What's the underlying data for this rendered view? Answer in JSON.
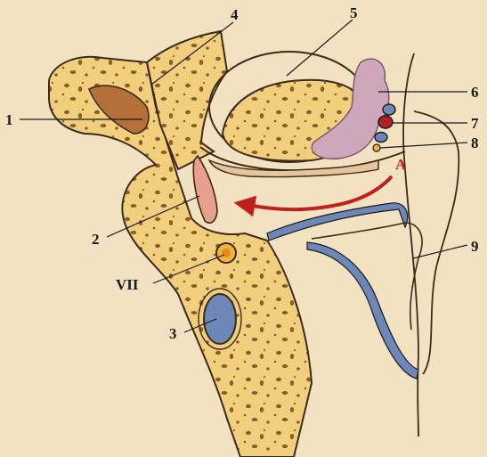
{
  "labels": {
    "l1": "1",
    "l2": "2",
    "l3": "3",
    "l4": "4",
    "l5": "5",
    "l6": "6",
    "l7": "7",
    "l8": "8",
    "l9": "9",
    "lVII": "VII",
    "lA": "A"
  },
  "colors": {
    "paper": "#f3e2c1",
    "bone": "#f2cf7c",
    "bone_edge": "#3b2a17",
    "pore": "#8c5a2c",
    "canal": "#b5703a",
    "nerve_vii": "#f2b33a",
    "lumen_blue": "#6c87b8",
    "cartilage_pink": "#e6a08b",
    "gland": "#cfa7bd",
    "arrow": "#c0201b"
  }
}
